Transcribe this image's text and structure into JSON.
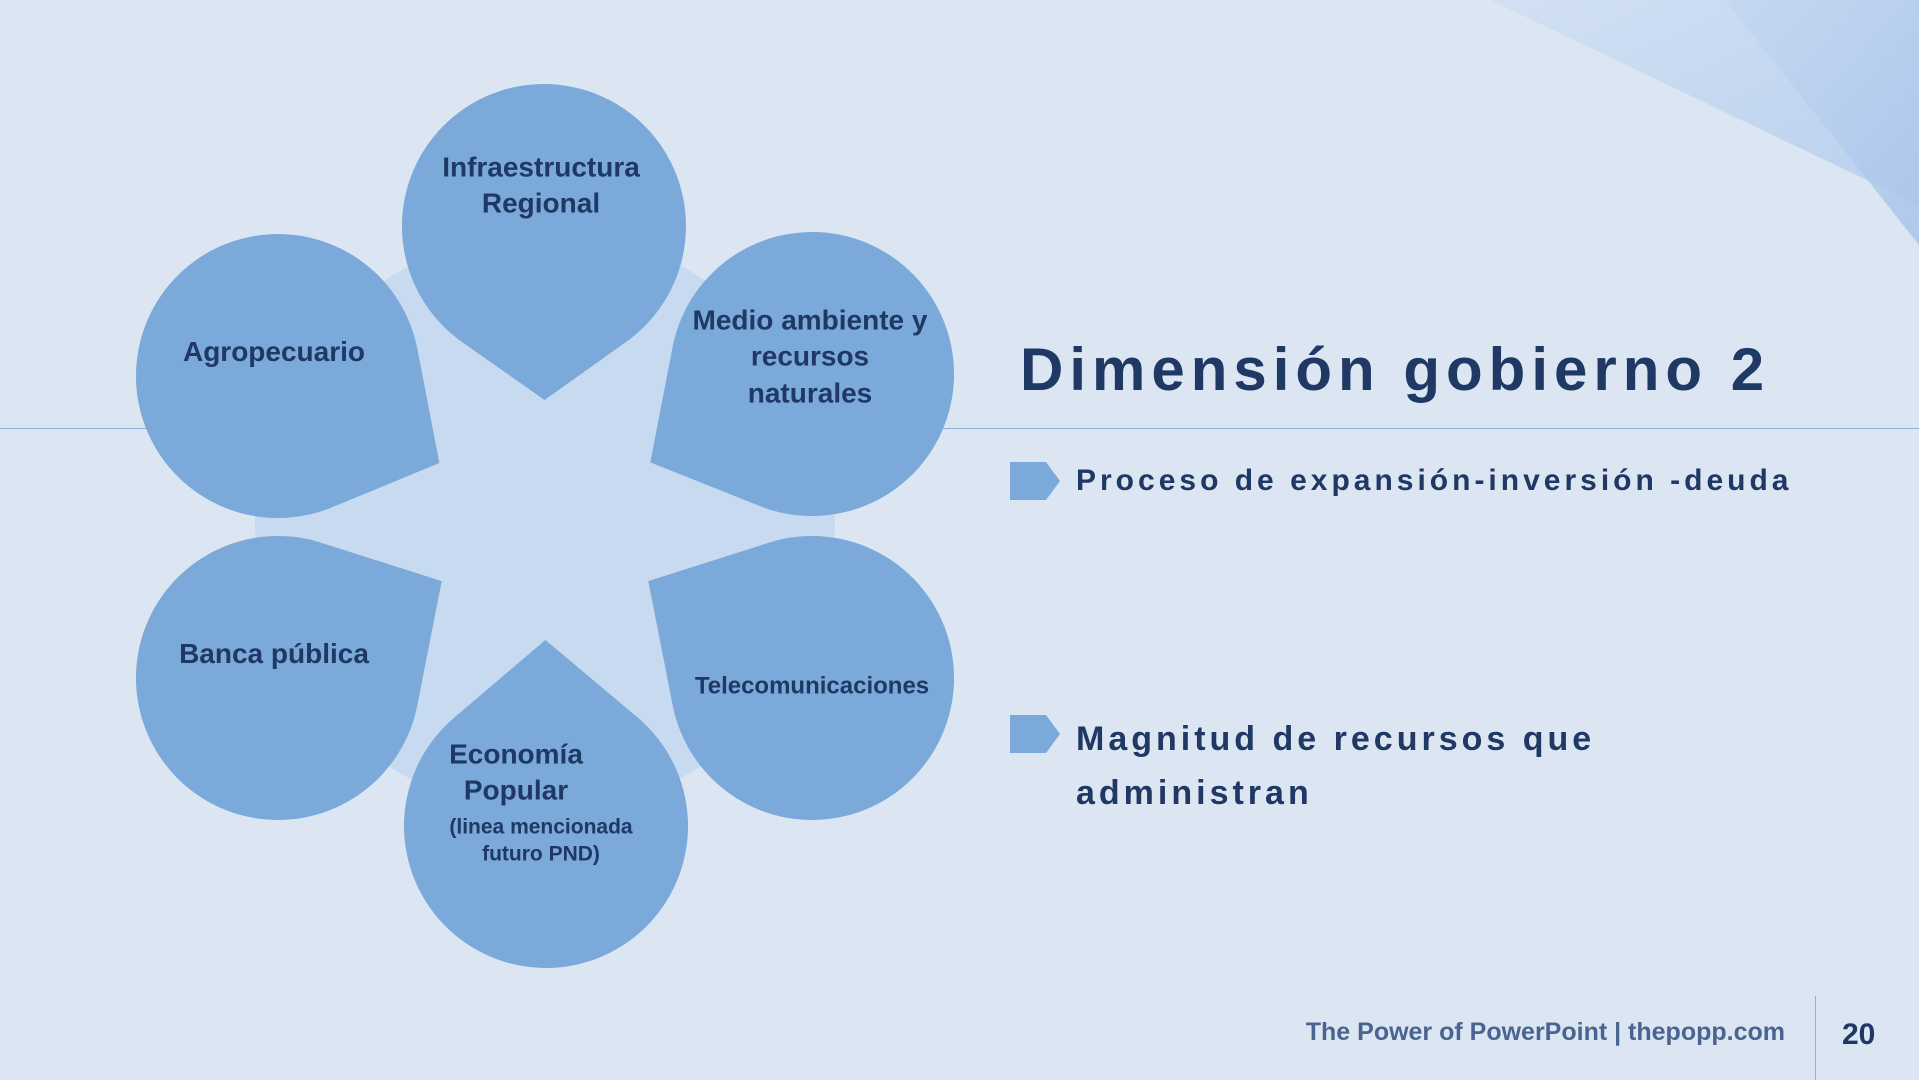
{
  "slide": {
    "title": "Dimensión gobierno 2",
    "bullets": [
      {
        "text": "Proceso de expansión-inversión -deuda"
      },
      {
        "text": "Magnitud de recursos que administran"
      }
    ],
    "footer": "The Power of PowerPoint | thepopp.com",
    "page_number": "20"
  },
  "diagram": {
    "petals": [
      {
        "label": "Infraestructura Regional"
      },
      {
        "label": "Medio ambiente y recursos naturales"
      },
      {
        "label": "Telecomunicaciones"
      },
      {
        "label": "Economía Popular",
        "note": "(linea mencionada futuro PND)"
      },
      {
        "label": "Banca pública"
      },
      {
        "label": "Agropecuario"
      }
    ]
  },
  "colors": {
    "background": "#dbe6f2",
    "petal": "#7aa9da",
    "center": "#c7daf0",
    "text": "#1f3864",
    "footer_text": "#4a6491",
    "accent_line": "#8fb0dc"
  }
}
